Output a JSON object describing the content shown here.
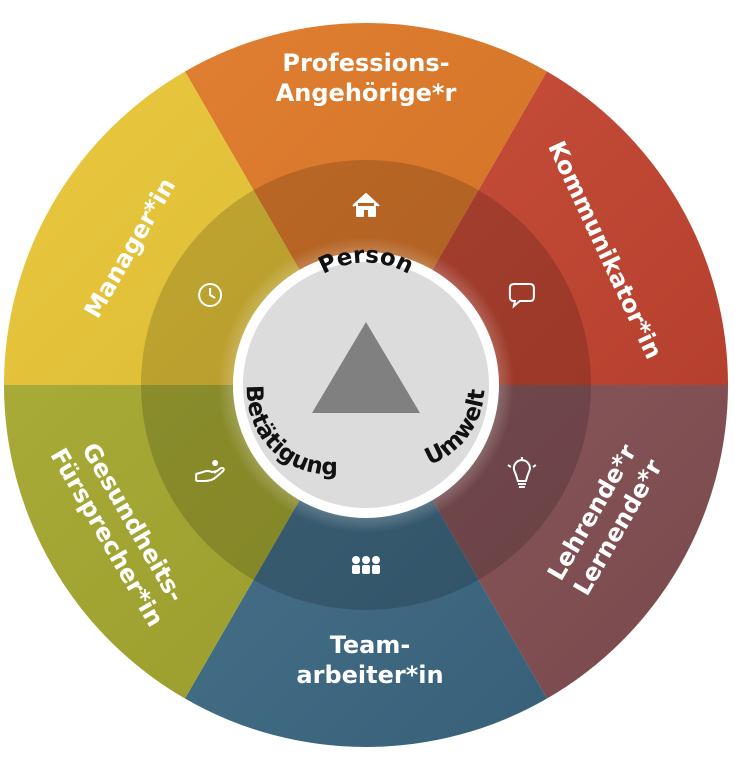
{
  "center": {
    "words": [
      "Person",
      "Umwelt",
      "Betätigung"
    ]
  },
  "roles": [
    {
      "id": "professional",
      "lines": [
        "Professions-",
        "Angehörige*r"
      ],
      "color": "#e0731c",
      "icon": "house-icon"
    },
    {
      "id": "communicator",
      "lines": [
        "Kommunikator*in"
      ],
      "color": "#c8402a",
      "icon": "speech-bubble-icon"
    },
    {
      "id": "scholar",
      "lines": [
        "Lehrende*r",
        "Lernende*r"
      ],
      "color": "#8a5256",
      "icon": "lightbulb-icon"
    },
    {
      "id": "collaborator",
      "lines": [
        "Team-",
        "arbeiter*in"
      ],
      "color": "#3b6a87",
      "icon": "people-icon"
    },
    {
      "id": "advocate",
      "lines": [
        "Gesundheits-",
        "Fürsprecher*in"
      ],
      "color": "#a5a826",
      "icon": "helping-hand-icon"
    },
    {
      "id": "manager",
      "lines": [
        "Manager*in"
      ],
      "color": "#e8c32a",
      "icon": "clock-icon"
    }
  ],
  "colors": {
    "hub_fill": "#dcdcdc",
    "triangle": "#808080",
    "hub_text": "#111111"
  }
}
